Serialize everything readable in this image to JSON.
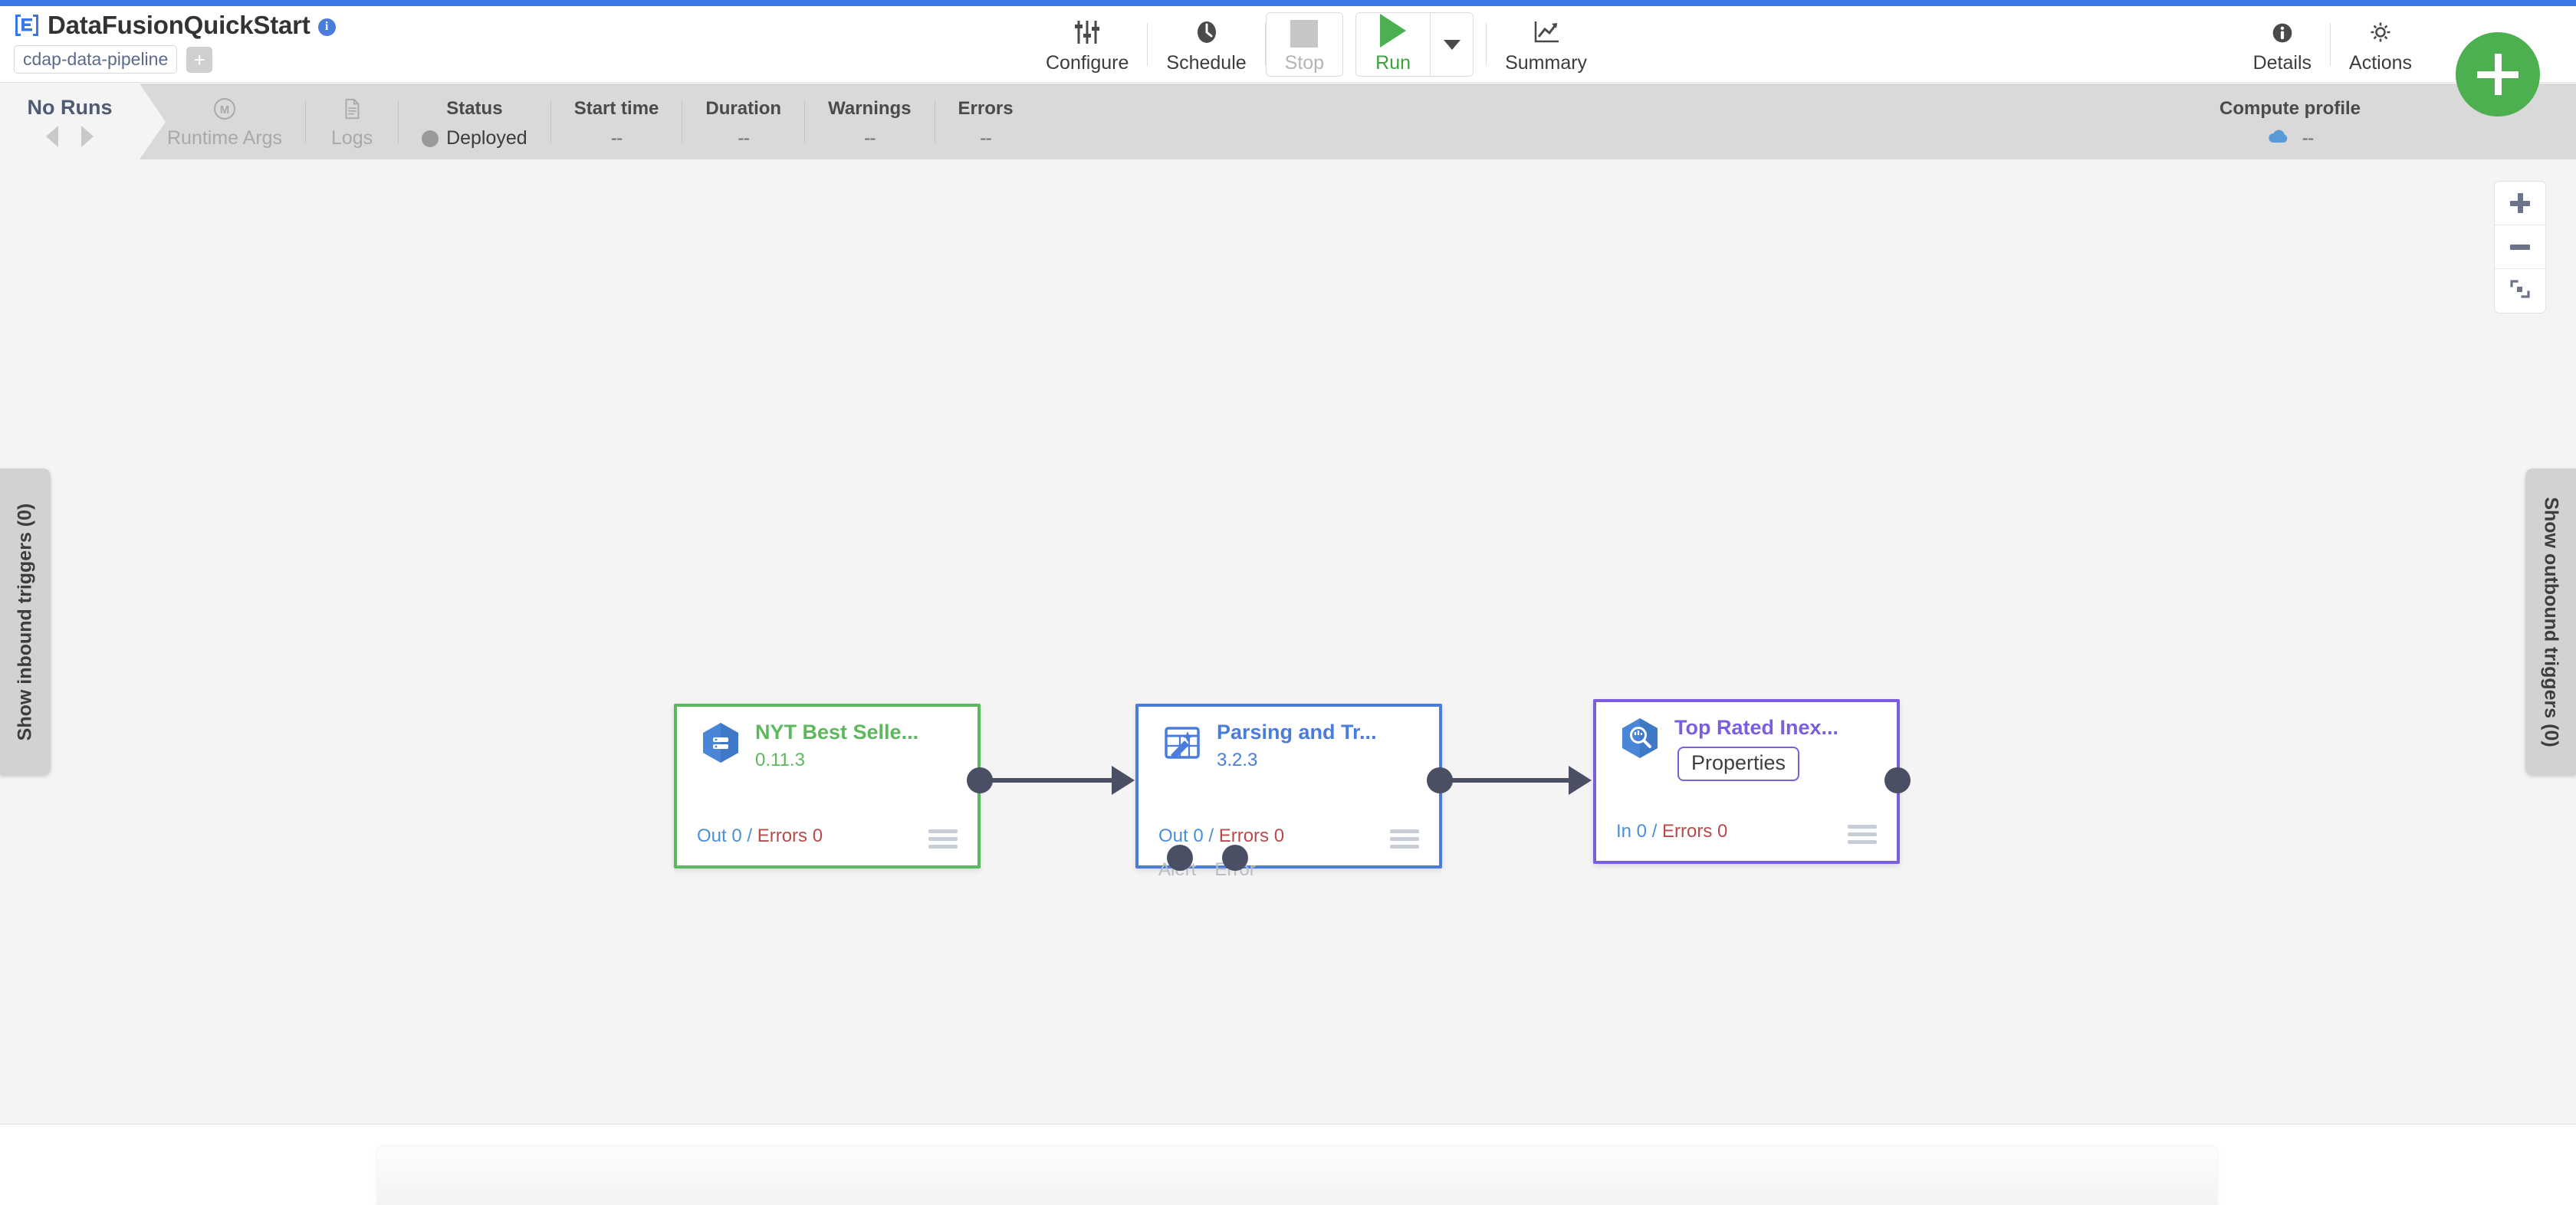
{
  "titlebar": {
    "logo_icon": "cdap-logo-icon",
    "pipeline_name": "DataFusionQuickStart",
    "info_icon": "info-icon",
    "pipeline_type": "cdap-data-pipeline",
    "add_tag_label": "+",
    "accent_strip_color": "#3b78e7"
  },
  "toolbar": {
    "items": [
      {
        "id": "configure",
        "label": "Configure",
        "icon": "sliders-icon",
        "disabled": false
      },
      {
        "id": "schedule",
        "label": "Schedule",
        "icon": "clock-icon",
        "disabled": false
      },
      {
        "id": "stop",
        "label": "Stop",
        "icon": "stop-square-icon",
        "disabled": true
      },
      {
        "id": "run",
        "label": "Run",
        "icon": "play-triangle-icon",
        "disabled": false
      },
      {
        "id": "summary",
        "label": "Summary",
        "icon": "line-chart-icon",
        "disabled": false
      }
    ],
    "run_dropdown_icon": "chevron-down-icon",
    "right_items": [
      {
        "id": "details",
        "label": "Details",
        "icon": "info-circle-icon"
      },
      {
        "id": "actions",
        "label": "Actions",
        "icon": "gear-icon"
      }
    ],
    "fab": {
      "label": "+",
      "icon": "plus-icon",
      "color": "#4caf50"
    },
    "run_color": "#3aa13e"
  },
  "statusbar": {
    "runs_tab": {
      "title": "No Runs",
      "prev_icon": "triangle-left-icon",
      "next_icon": "triangle-right-icon"
    },
    "items": [
      {
        "id": "runtime-args",
        "top": "",
        "label": "Runtime Args",
        "icon": "macro-m-icon",
        "muted": true
      },
      {
        "id": "logs",
        "top": "",
        "label": "Logs",
        "icon": "document-icon",
        "muted": true
      },
      {
        "id": "status",
        "top": "Status",
        "label": "Deployed",
        "icon": "status-dot-icon",
        "muted": false
      },
      {
        "id": "start-time",
        "top": "Start time",
        "label": "--",
        "muted": false
      },
      {
        "id": "duration",
        "top": "Duration",
        "label": "--",
        "muted": false
      },
      {
        "id": "warnings",
        "top": "Warnings",
        "label": "--",
        "muted": false
      },
      {
        "id": "errors",
        "top": "Errors",
        "label": "--",
        "muted": false
      }
    ],
    "compute_profile": {
      "title": "Compute profile",
      "value": "--",
      "icon": "cloud-icon"
    }
  },
  "canvas": {
    "background_color": "#f4f4f4",
    "zoom_controls": [
      {
        "id": "zoom-in",
        "icon": "plus-icon"
      },
      {
        "id": "zoom-out",
        "icon": "minus-icon"
      },
      {
        "id": "fit-to-screen",
        "icon": "fit-screen-icon"
      }
    ],
    "left_tab_label": "Show inbound triggers (0)",
    "right_tab_label": "Show outbound triggers (0)",
    "nodes": [
      {
        "id": "nyt-best-sellers",
        "name": "NYT Best Selle...",
        "version": "0.11.3",
        "icon": "bigquery-source-icon",
        "border_color": "#5cb85c",
        "metrics_prefix": "Out 0",
        "metrics_separator": "/",
        "metrics_errors": "Errors 0",
        "alerts": [],
        "menu_icon": "hamburger-icon"
      },
      {
        "id": "parsing-and-transform",
        "name": "Parsing and Tr...",
        "version": "3.2.3",
        "icon": "wrangler-icon",
        "border_color": "#4a7ddb",
        "metrics_prefix": "Out 0",
        "metrics_separator": "/",
        "metrics_errors": "Errors 0",
        "alerts": [
          "Alert",
          "Error"
        ],
        "menu_icon": "hamburger-icon"
      },
      {
        "id": "top-rated-inexpensive",
        "name": "Top Rated Inex...",
        "version": "",
        "icon": "bigquery-sink-icon",
        "border_color": "#7b5ede",
        "metrics_prefix": "In 0",
        "metrics_separator": "/",
        "metrics_errors": "Errors 0",
        "alerts": [],
        "tooltip": "Properties",
        "menu_icon": "hamburger-icon"
      }
    ]
  }
}
